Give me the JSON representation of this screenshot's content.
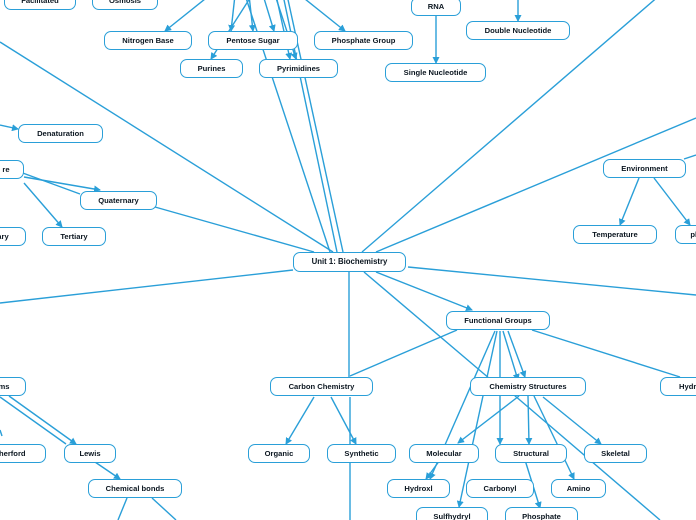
{
  "link_color": "#2a9fd8",
  "node_border_color": "#2a9fd8",
  "nodes": {
    "root": "Unit 1: Biochemistry",
    "facilitated": "Facilitated",
    "osmosis": "Osmosis",
    "rna": "RNA",
    "nitrogen_base": "Nitrogen Base",
    "pentose_sugar": "Pentose Sugar",
    "phosphate_group": "Phosphate Group",
    "double_nucleotide": "Double Nucleotide",
    "purines": "Purines",
    "pyrimidines": "Pyrimidines",
    "single_nucleotide": "Single Nucleotide",
    "denaturation": "Denaturation",
    "re_partial": "re",
    "quaternary": "Quaternary",
    "ary_partial": "ary",
    "tertiary": "Tertiary",
    "environment": "Environment",
    "temperature": "Temperature",
    "ph_partial": "ph",
    "functional_groups": "Functional Groups",
    "ms_partial": "ms",
    "carbon_chemistry": "Carbon Chemistry",
    "chemistry_structures": "Chemistry Structures",
    "hydro_partial": "Hydro",
    "rutherford_partial": "therford",
    "lewis": "Lewis",
    "organic": "Organic",
    "synthetic": "Synthetic",
    "molecular": "Molecular",
    "structural": "Structural",
    "skeletal": "Skeletal",
    "chemical_bonds": "Chemical bonds",
    "hydroxl": "Hydroxl",
    "carbonyl": "Carbonyl",
    "amino": "Amino",
    "sulfhydryl": "Sulfhydryl",
    "phosphate": "Phosphate"
  }
}
